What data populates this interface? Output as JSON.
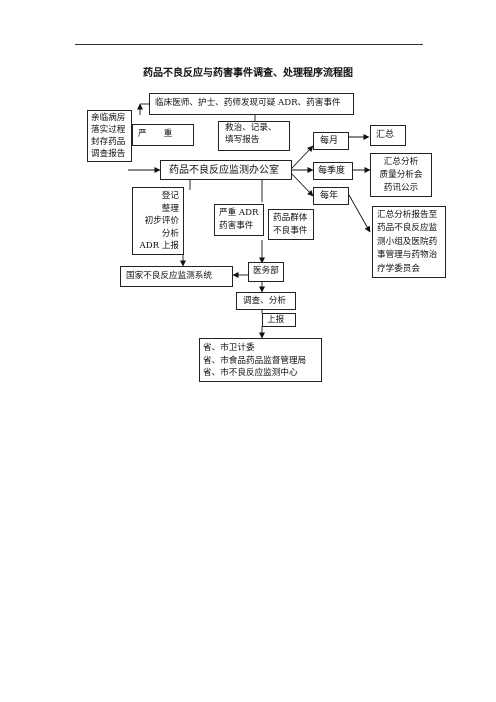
{
  "page": {
    "title": "药品不良反应与药害事件调查、处理程序流程图"
  },
  "nodes": {
    "discovery": "临床医师、护士、药师发现可疑 ADR、药害事件",
    "pro_clinic": [
      "亲临病房",
      "落实过程",
      "封存药品",
      "调查报告"
    ],
    "severe": "严　　重",
    "investigate": [
      "救治、记录、",
      "填写报告"
    ],
    "office": "药品不良反应监测办公室",
    "monthly": "每月",
    "summary": "汇总",
    "quarterly": "每季度",
    "quarter_report": [
      "汇总分析",
      "质量分析会",
      "药讯公示"
    ],
    "yearly": "每年",
    "year_report": [
      "汇总分析报告至",
      "药品不良反应监",
      "测小组及医院药",
      "事管理与药物治",
      "疗学委员会"
    ],
    "register": [
      "登记",
      "整理",
      "初步评价",
      "分析",
      "ADR 上报"
    ],
    "severe_adr": [
      "严重 ADR",
      "药害事件"
    ],
    "group_event": [
      "药品群体",
      "不良事件"
    ],
    "national_system": "国家不良反应监测系统",
    "medical_dept": "医务部",
    "survey": "调查、分析",
    "report_up": "上报",
    "authorities": [
      "省、市卫计委",
      "省、市食品药品监督管理局",
      "省、市不良反应监测中心"
    ]
  }
}
